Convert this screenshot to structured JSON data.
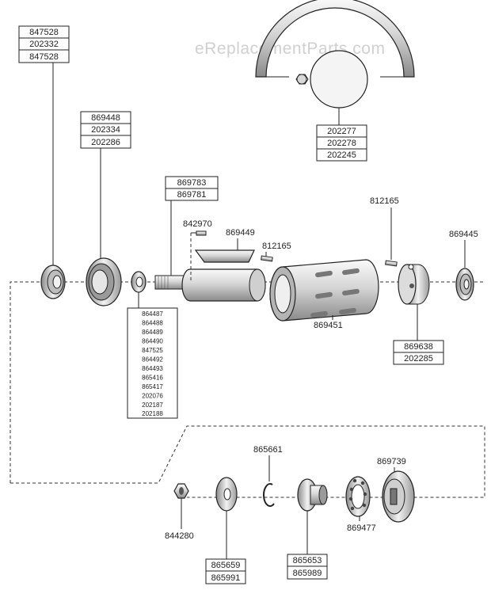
{
  "watermark": "eReplacementParts.com",
  "colors": {
    "line": "#222222",
    "part_fill": "#e9e9e9",
    "part_dark": "#7a7a7a",
    "watermark": "#d0d0d0"
  },
  "parts": {
    "left_bearing": [
      "847528",
      "202332",
      "847528"
    ],
    "large_bearing": [
      "869448",
      "202334",
      "202286"
    ],
    "shaft": [
      "869783",
      "869781"
    ],
    "key": "842970",
    "blade": "869449",
    "pin_left": "812165",
    "pin_right": "812165",
    "right_bearing": "869445",
    "guard": [
      "202277",
      "202278",
      "202245"
    ],
    "spacer_list": [
      "864487",
      "864488",
      "864489",
      "864490",
      "847525",
      "864492",
      "864493",
      "865416",
      "865417",
      "202076",
      "202187",
      "202188"
    ],
    "drum": "869451",
    "end_cap": [
      "869638",
      "202285"
    ],
    "retaining_ring": "865661",
    "seal": "869739",
    "nut": "844280",
    "bearing_cage": "869477",
    "washer": [
      "865659",
      "865991"
    ],
    "bushing": [
      "865653",
      "865989"
    ]
  }
}
